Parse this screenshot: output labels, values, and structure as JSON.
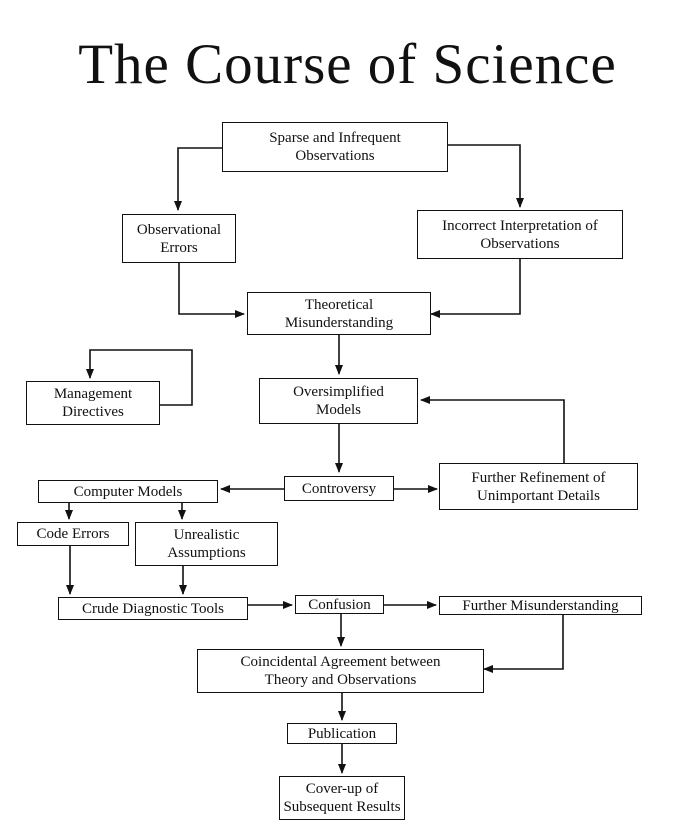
{
  "title": "The Course of Science",
  "nodes": {
    "sparse": [
      "Sparse and Infrequent",
      "Observations"
    ],
    "obs_errors": [
      "Observational",
      "Errors"
    ],
    "incorrect": [
      "Incorrect Interpretation of",
      "Observations"
    ],
    "theoretical": [
      "Theoretical",
      "Misunderstanding"
    ],
    "management": [
      "Management",
      "Directives"
    ],
    "oversimplified": [
      "Oversimplified",
      "Models"
    ],
    "computer_models": "Computer Models",
    "controversy": "Controversy",
    "refinement": [
      "Further Refinement of",
      "Unimportant Details"
    ],
    "code_errors": "Code Errors",
    "unrealistic": [
      "Unrealistic",
      "Assumptions"
    ],
    "crude": "Crude Diagnostic Tools",
    "confusion": "Confusion",
    "further_mis": "Further Misunderstanding",
    "coincidental": [
      "Coincidental Agreement between",
      "Theory and Observations"
    ],
    "publication": "Publication",
    "coverup": [
      "Cover-up of",
      "Subsequent Results"
    ]
  }
}
